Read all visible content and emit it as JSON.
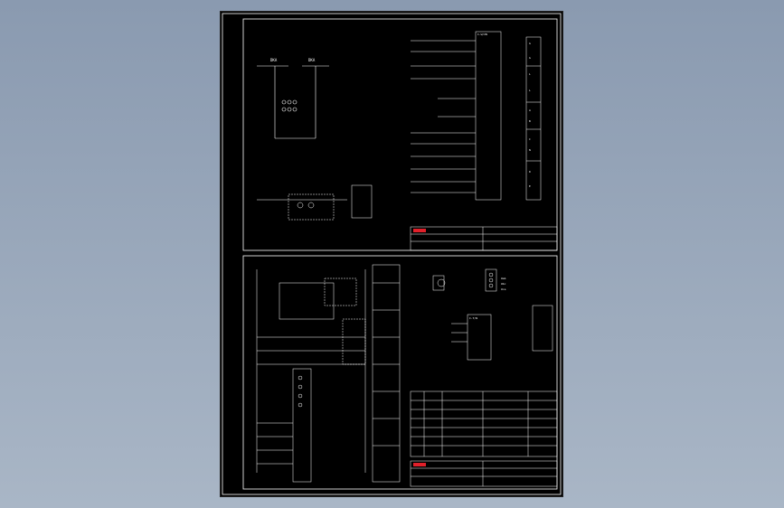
{
  "sheet": {
    "background": "#000000",
    "line_color": "#ffffff",
    "accent": "#e0202a"
  },
  "top_panel": {
    "bus_labels": [
      "DKA",
      "DKA"
    ],
    "terminal_header": "I-W/XN",
    "legend_items": [
      "G",
      "G",
      "L",
      "L",
      "A",
      "B",
      "C",
      "N",
      "D",
      "E"
    ]
  },
  "bottom_panel": {
    "terminal_header": "I-T/N",
    "notes": [
      "Uab",
      "Ubc",
      "Uca"
    ]
  }
}
